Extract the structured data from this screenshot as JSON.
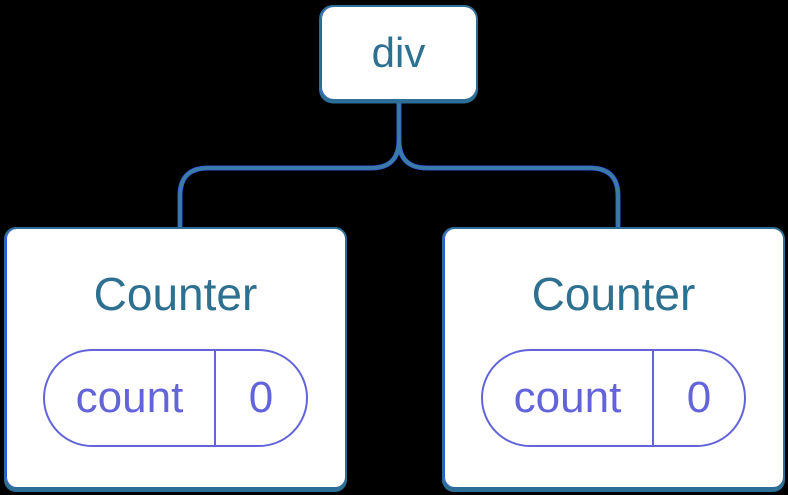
{
  "diagram": {
    "root": {
      "label": "div"
    },
    "children": [
      {
        "title": "Counter",
        "state": {
          "name": "count",
          "value": "0"
        }
      },
      {
        "title": "Counter",
        "state": {
          "name": "count",
          "value": "0"
        }
      }
    ]
  },
  "colors": {
    "background": "#000000",
    "node-fill": "#ffffff",
    "teal-border": "#2d6e96",
    "teal-text": "#2d7090",
    "connector": "#3a7ca5",
    "accent-blue": "#2f55e0",
    "purple": "#6364d9"
  }
}
